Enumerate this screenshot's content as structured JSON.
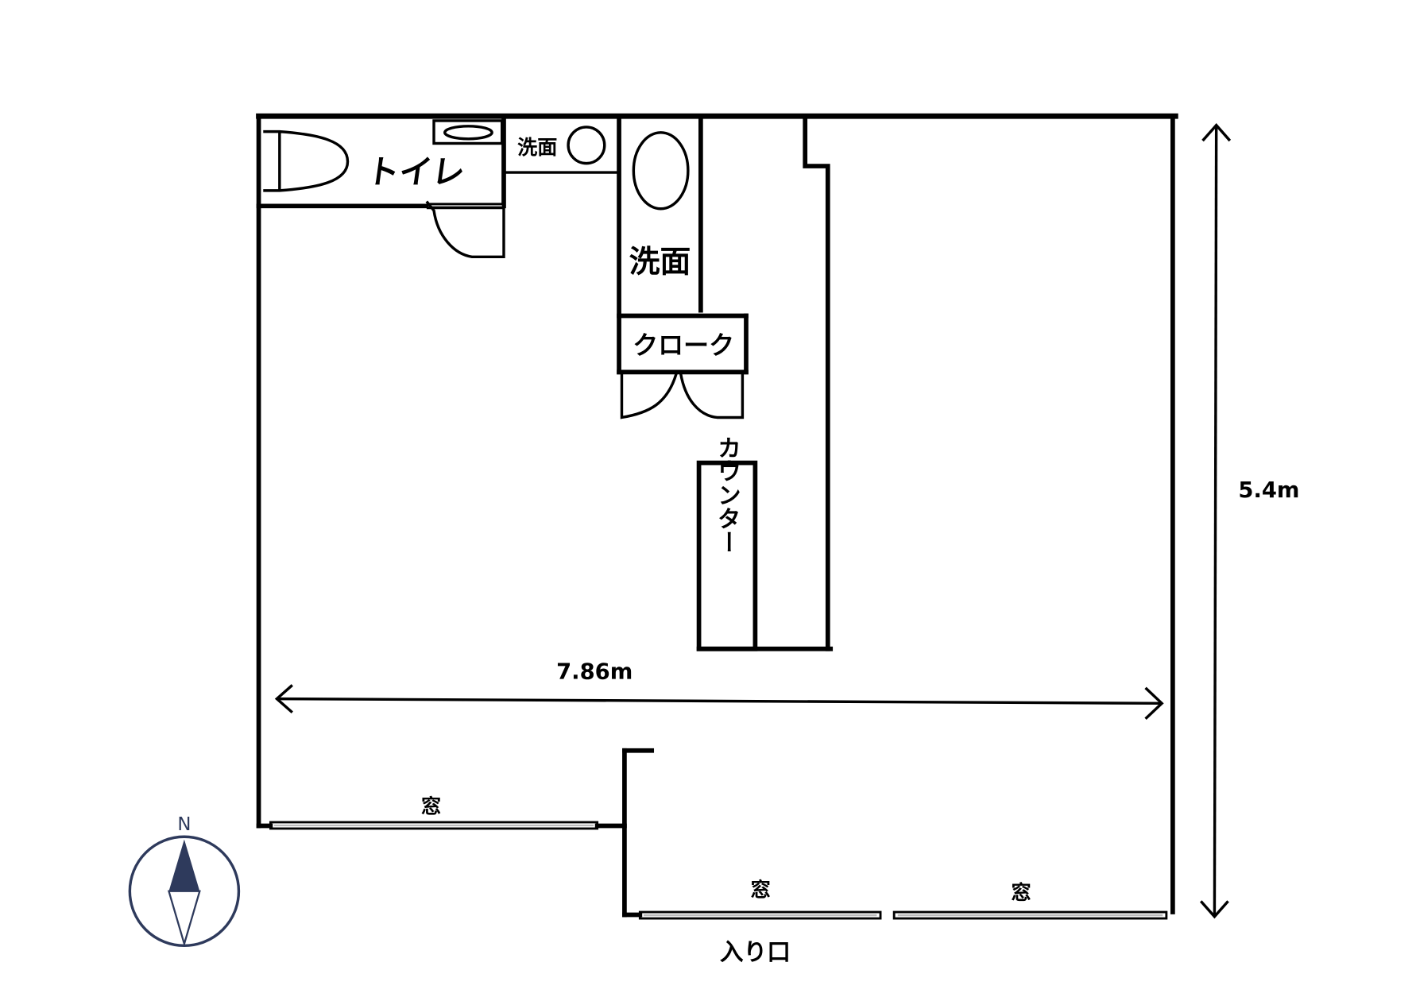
{
  "floor_plan": {
    "rooms": {
      "toilet": "トイレ",
      "washroom_small": "洗面",
      "washroom": "洗面",
      "cloak": "クローク",
      "counter": "カウンター"
    },
    "windows": [
      "窓",
      "窓",
      "窓"
    ],
    "entrance": "入り口",
    "dimensions": {
      "width": "7.86m",
      "depth": "5.4m"
    },
    "compass": {
      "north_label": "N",
      "color": "#2e3a5c"
    }
  }
}
